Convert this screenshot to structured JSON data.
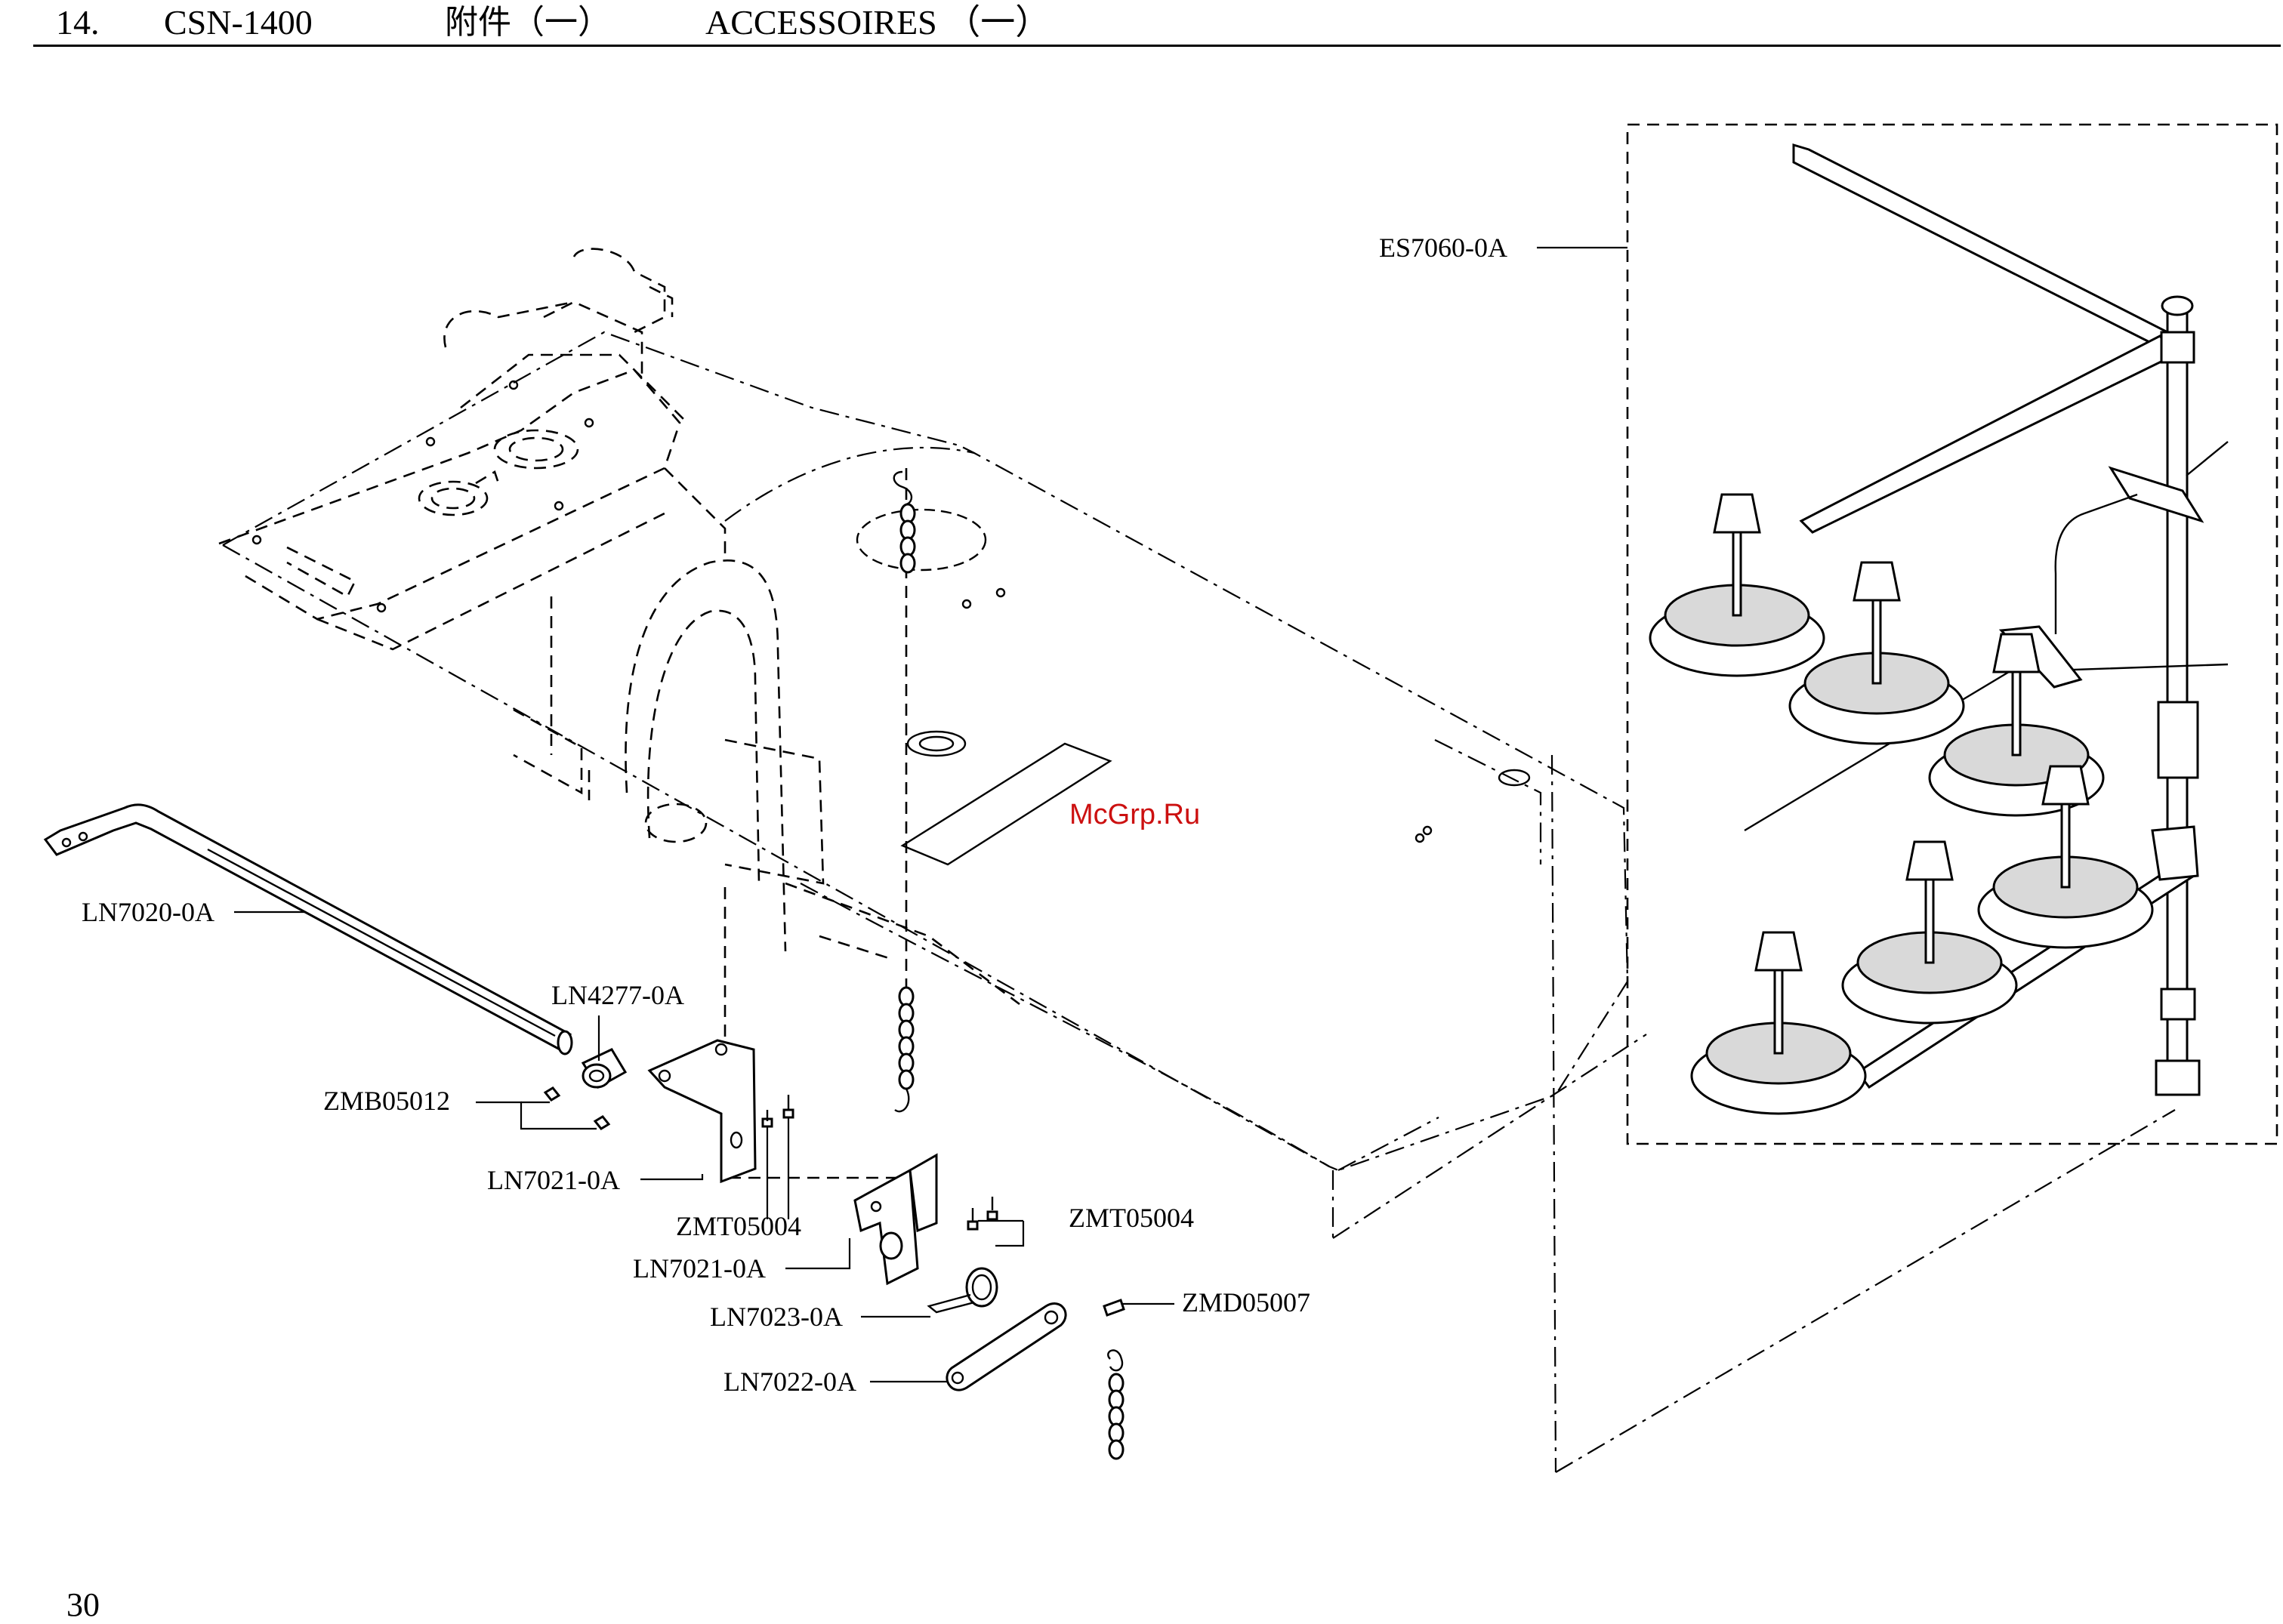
{
  "header": {
    "number": "14.",
    "model": "CSN-1400",
    "title_cn": "附件（一）",
    "title_fr": "ACCESSOIRES （一）"
  },
  "watermark": "McGrp.Ru",
  "page_number": "30",
  "parts": {
    "es7060": "ES7060-0A",
    "ln7020": "LN7020-0A",
    "ln4277": "LN4277-0A",
    "zmb05012": "ZMB05012",
    "ln7021_a": "LN7021-0A",
    "zmt05004_a": "ZMT05004",
    "zmt05004_b": "ZMT05004",
    "ln7021_b": "LN7021-0A",
    "zmd05007": "ZMD05007",
    "ln7023": "LN7023-0A",
    "ln7022": "LN7022-0A"
  }
}
